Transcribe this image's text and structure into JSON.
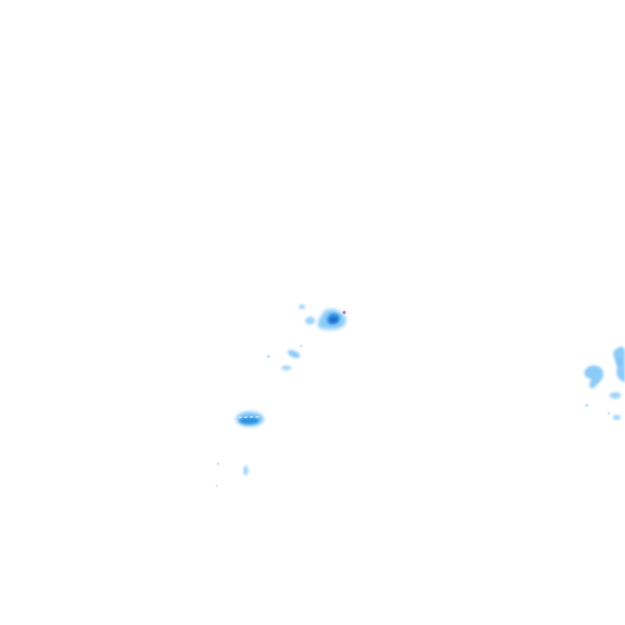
{
  "map": {
    "kind": "precipitation-radar-overlay-tile",
    "background_color": "#ffffff",
    "legend_palette": {
      "light": "#bfe4ff",
      "moderate": "#7cc4f8",
      "heavy": "#2f8fe0",
      "very_heavy": "#1f66c8",
      "extreme": "#d46bd6"
    },
    "echo_cells": [
      {
        "id": "cell-a",
        "intensity": "heavy"
      },
      {
        "id": "cell-b",
        "intensity": "moderate"
      },
      {
        "id": "cell-c",
        "intensity": "very_heavy"
      },
      {
        "id": "cell-d",
        "intensity": "light"
      },
      {
        "id": "cell-e",
        "intensity": "moderate"
      }
    ]
  }
}
